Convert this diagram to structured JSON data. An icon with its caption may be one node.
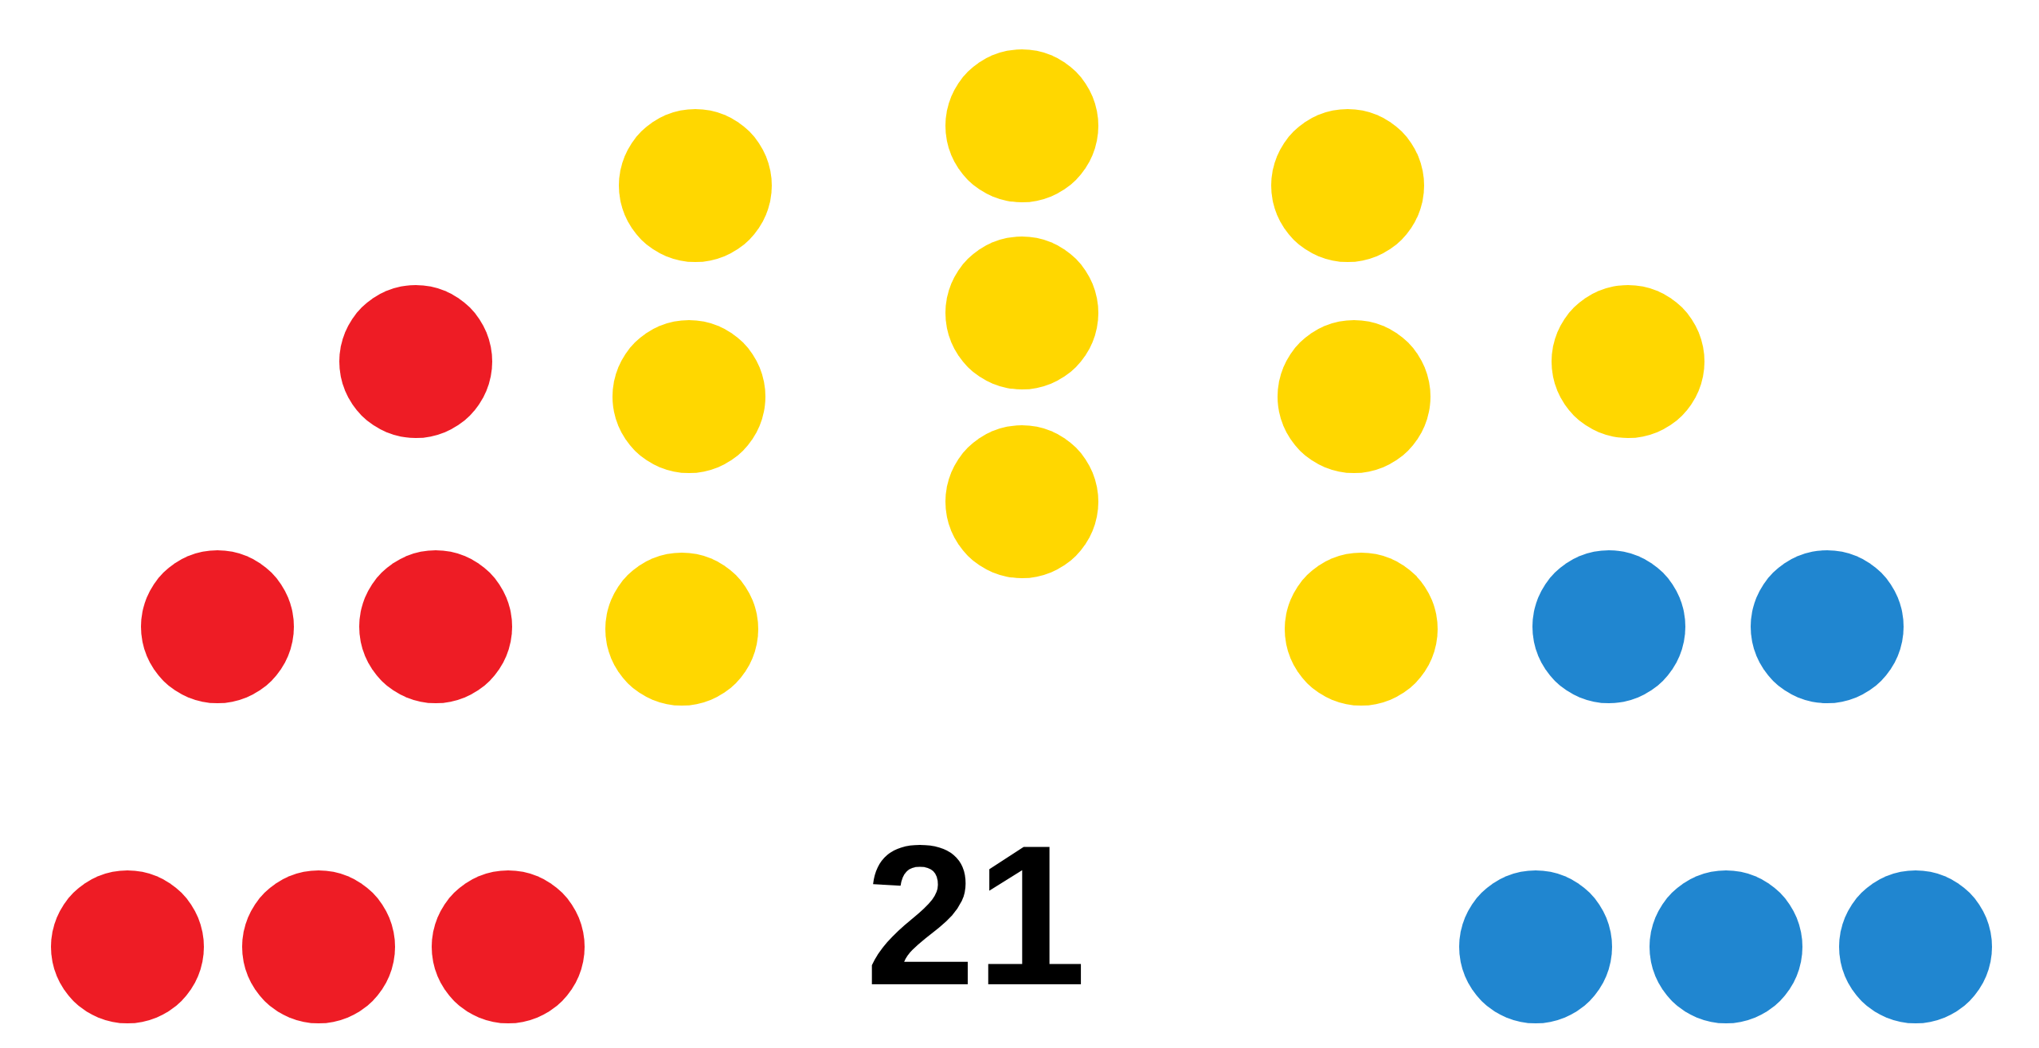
{
  "diagram": {
    "nodes": [
      {
        "text": [],
        "shape": "circle"
      },
      {
        "text": [],
        "shape": "circle"
      },
      {
        "text": [],
        "shape": "circle"
      },
      {
        "text": [],
        "shape": "circle"
      },
      {
        "text": [],
        "shape": "circle"
      },
      {
        "text": [],
        "shape": "circle"
      },
      {
        "text": [],
        "shape": "circle"
      },
      {
        "text": [],
        "shape": "circle"
      },
      {
        "text": [],
        "shape": "circle"
      },
      {
        "text": [],
        "shape": "circle"
      },
      {
        "text": [],
        "shape": "circle"
      },
      {
        "text": [],
        "shape": "circle"
      },
      {
        "text": [],
        "shape": "circle"
      },
      {
        "text": [],
        "shape": "circle"
      },
      {
        "text": [],
        "shape": "circle"
      },
      {
        "text": [],
        "shape": "circle"
      },
      {
        "text": [],
        "shape": "circle"
      },
      {
        "text": [],
        "shape": "circle"
      },
      {
        "text": [],
        "shape": "circle"
      },
      {
        "text": [],
        "shape": "circle"
      },
      {
        "text": [],
        "shape": "circle"
      }
    ],
    "labels": [
      "21"
    ]
  }
}
